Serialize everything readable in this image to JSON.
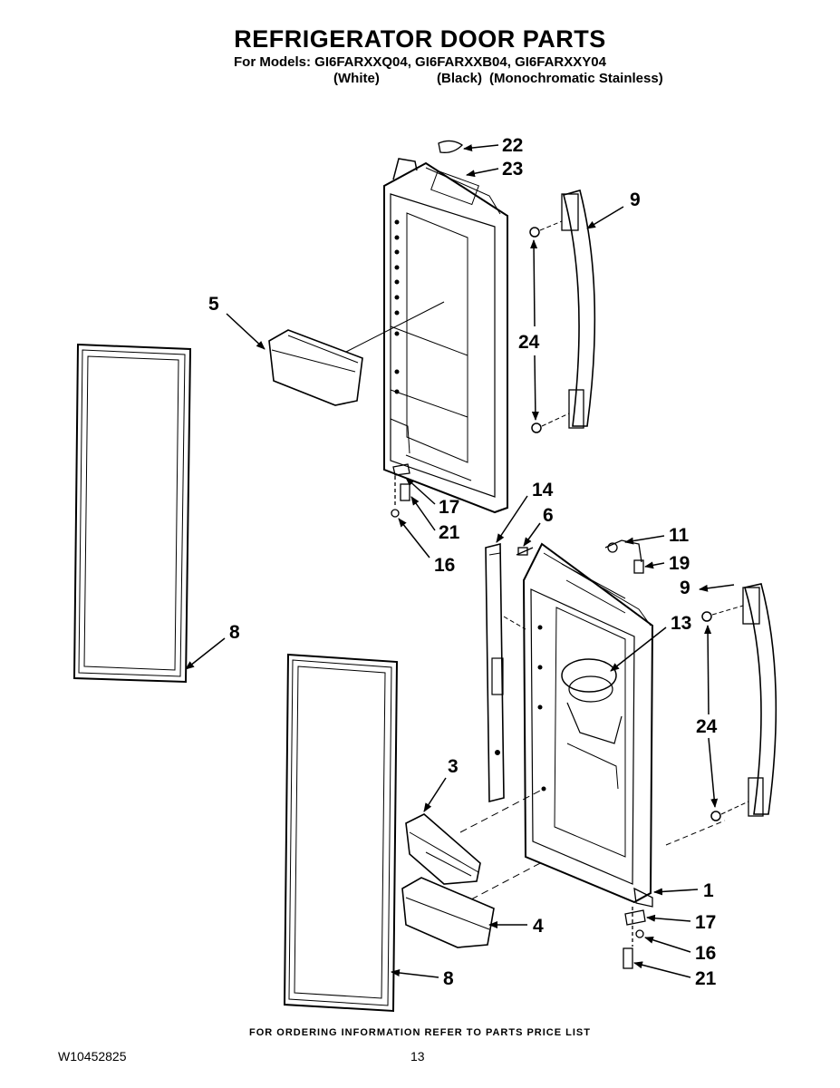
{
  "header": {
    "title": "REFRIGERATOR DOOR PARTS",
    "models_line": "For Models: GI6FARXXQ04, GI6FARXXB04, GI6FARXXY04",
    "variants": [
      "(White)",
      "(Black)",
      "(Monochromatic Stainless)"
    ]
  },
  "callouts": {
    "c22": "22",
    "c23": "23",
    "c9a": "9",
    "c24a": "24",
    "c5": "5",
    "c17a": "17",
    "c21a": "21",
    "c16a": "16",
    "c14": "14",
    "c6": "6",
    "c11": "11",
    "c19": "19",
    "c9b": "9",
    "c13": "13",
    "c8a": "8",
    "c24b": "24",
    "c3": "3",
    "c1": "1",
    "c4": "4",
    "c17b": "17",
    "c16b": "16",
    "c21b": "21",
    "c8b": "8"
  },
  "footer": {
    "ordering_info": "FOR ORDERING INFORMATION REFER TO PARTS PRICE LIST",
    "document_number": "W10452825",
    "page_number": "13"
  }
}
